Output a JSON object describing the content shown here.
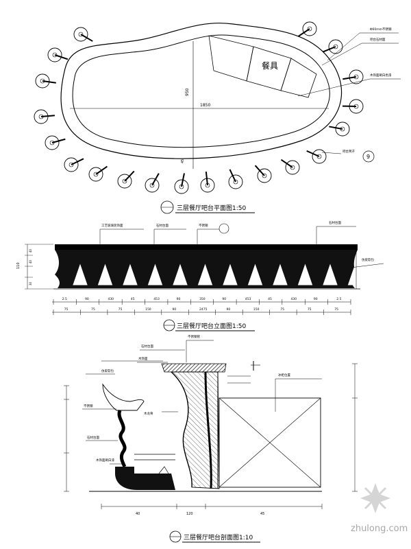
{
  "plan": {
    "title": "三层餐厅吧台平面图1:50",
    "center_label": "餐具",
    "dim_length": "1850",
    "dim_width": "950",
    "dim_small": "45",
    "callouts": [
      "Φ60mm不锈钢",
      "吧台石材面",
      "木饰面刷白色漆",
      "吧台凳子"
    ],
    "stool_tag": "9"
  },
  "elevation": {
    "title": "三层餐厅吧台立面图1:50",
    "callouts": [
      "工艺玻璃装饰面",
      "石材台面",
      "不锈钢"
    ],
    "right_callouts": [
      "石材台面",
      "仿皮软包"
    ],
    "dims_top": [
      "2.5",
      "90",
      "430",
      "45",
      "453",
      "90",
      "350",
      "90",
      "453",
      "45",
      "430",
      "90",
      "2.5"
    ],
    "dims_bottom": [
      "75",
      "75",
      "75",
      "150",
      "90",
      "2475",
      "90",
      "150",
      "75",
      "75",
      "75"
    ],
    "height_dims": [
      "110",
      "40",
      "40",
      "30"
    ]
  },
  "section": {
    "title": "三层餐厅吧台剖面图1:10",
    "callouts_left": [
      "仿皮软包",
      "不锈钢",
      "石材台面",
      "木饰面刷白漆"
    ],
    "callouts_top": [
      "石材台面",
      "木饰面",
      "不锈钢管"
    ],
    "callouts_right": [
      "冰柜位置",
      "木龙骨"
    ],
    "dims_bottom": [
      "40",
      "120",
      "45"
    ]
  },
  "watermark": "zhulong.com"
}
